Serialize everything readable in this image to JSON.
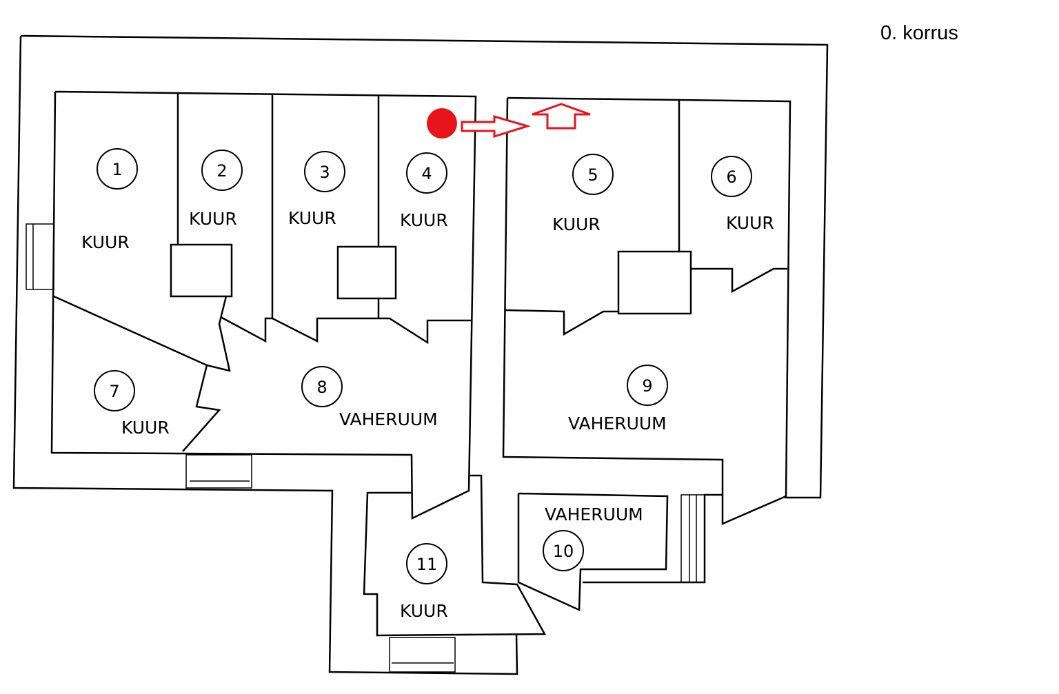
{
  "title": "0. korrus",
  "rooms": [
    {
      "number": "1",
      "label": "KUUR"
    },
    {
      "number": "2",
      "label": "KUUR"
    },
    {
      "number": "3",
      "label": "KUUR"
    },
    {
      "number": "4",
      "label": "KUUR"
    },
    {
      "number": "5",
      "label": "KUUR"
    },
    {
      "number": "6",
      "label": "KUUR"
    },
    {
      "number": "7",
      "label": "KUUR"
    },
    {
      "number": "8",
      "label": "VAHERUUM"
    },
    {
      "number": "9",
      "label": "VAHERUUM"
    },
    {
      "number": "10",
      "label": "VAHERUUM"
    },
    {
      "number": "11",
      "label": "KUUR"
    }
  ],
  "marker": {
    "color": "#e8141b",
    "icon": "location-dot",
    "arrow": "arrow-right-icon",
    "up_arrow": "arrow-up-icon"
  }
}
